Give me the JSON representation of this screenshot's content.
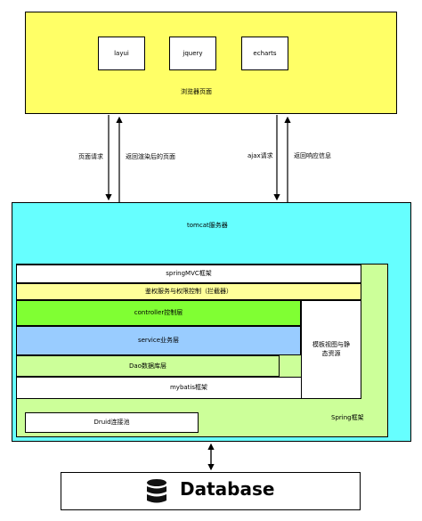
{
  "browser": {
    "libraries": [
      "layui",
      "jquery",
      "echarts"
    ],
    "label": "浏览器页面"
  },
  "arrows": {
    "page_request": "页面请求",
    "rendered_page": "返回渲染后的页面",
    "ajax_request": "ajax请求",
    "response_info": "返回响应信息"
  },
  "tomcat": {
    "label": "tomcat服务器"
  },
  "layers": {
    "springmvc": "springMVC框架",
    "auth": "鉴权服务与权限控制（拦截器）",
    "controller": "controller控制层",
    "service": "service业务层",
    "dao": "Dao数据库层",
    "mybatis": "mybatis框架",
    "templates": "模板视图与静态资源",
    "druid": "Druid连接池",
    "spring": "Spring框架"
  },
  "colors": {
    "browser": "#ffff66",
    "tomcat": "#66ffff",
    "spring": "#ccff99",
    "auth": "#ffff99",
    "controller": "#80ff33",
    "service": "#99ccff",
    "dao": "#ccff99"
  },
  "database": {
    "label": "Database",
    "icon": "database-icon"
  }
}
